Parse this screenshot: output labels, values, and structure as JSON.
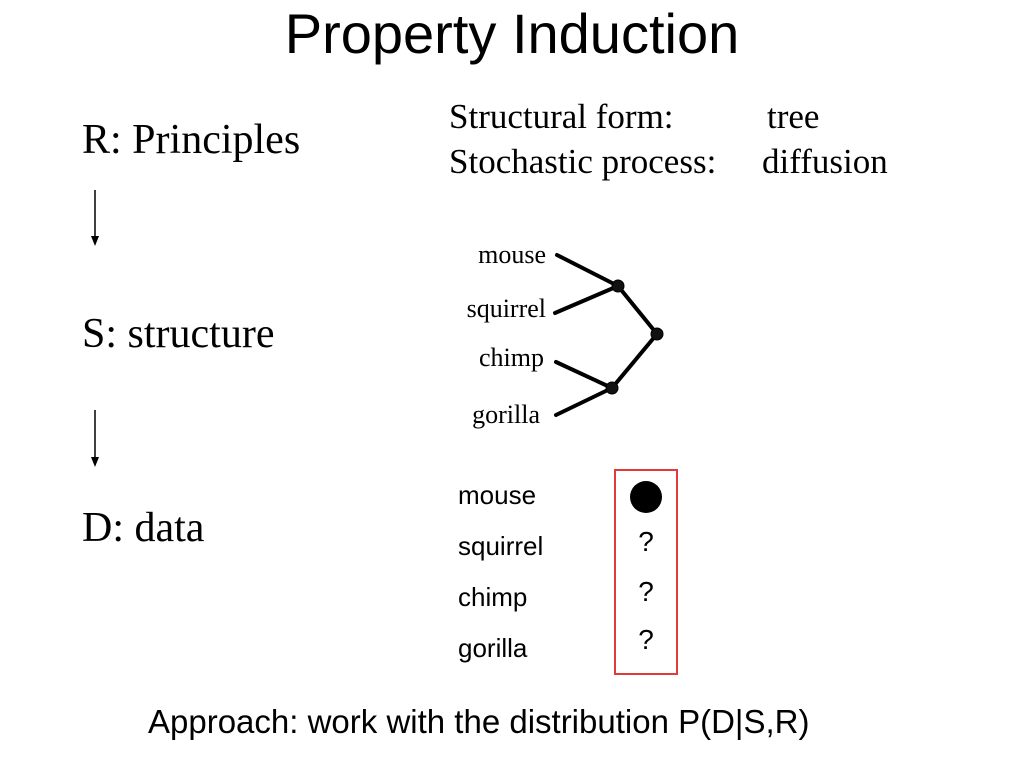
{
  "slide": {
    "title": "Property Induction",
    "levels": [
      {
        "label": "R: Principles"
      },
      {
        "label": "S: structure"
      },
      {
        "label": "D: data"
      }
    ],
    "principles": {
      "structural_form_label": "Structural form:",
      "structural_form_value": "tree",
      "stochastic_process_label": "Stochastic process:",
      "stochastic_process_value": "diffusion"
    },
    "tree": {
      "leaves": [
        "mouse",
        "squirrel",
        "chimp",
        "gorilla"
      ]
    },
    "data": {
      "rows": [
        {
          "animal": "mouse",
          "observation": "observed",
          "symbol": ""
        },
        {
          "animal": "squirrel",
          "observation": "unknown",
          "symbol": "?"
        },
        {
          "animal": "chimp",
          "observation": "unknown",
          "symbol": "?"
        },
        {
          "animal": "gorilla",
          "observation": "unknown",
          "symbol": "?"
        }
      ],
      "box_color": "#e03a3a"
    },
    "approach": "Approach: work with the distribution P(D|S,R)"
  }
}
